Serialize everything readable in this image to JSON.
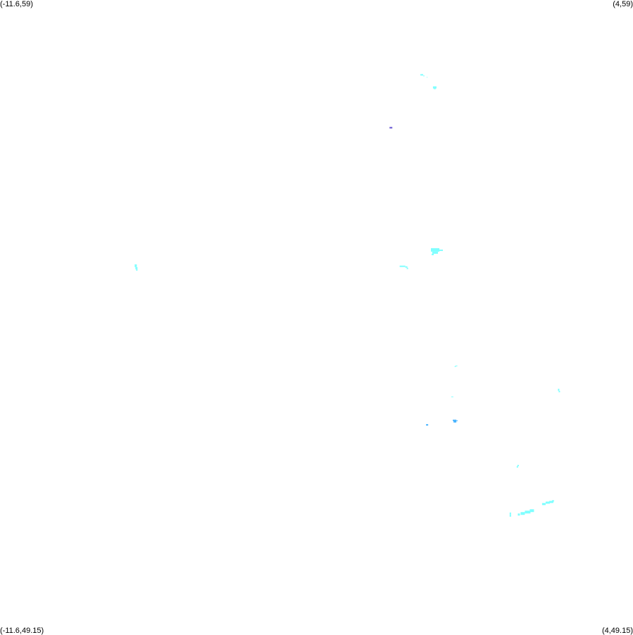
{
  "map": {
    "corners": {
      "top_left": "(-11.6,59)",
      "top_right": "(4,59)",
      "bottom_left": "(-11.6,49.15)",
      "bottom_right": "(4,49.15)"
    },
    "extent": {
      "lon_min": -11.6,
      "lon_max": 4,
      "lat_min": 49.15,
      "lat_max": 59
    },
    "colors": {
      "background": "#ffffff",
      "primary_fill": "#80ffff",
      "accent_blue": "#40b0ff",
      "accent_purple": "#6050d0"
    },
    "features": [
      {
        "name": "north-cluster-a",
        "lon": -1.24,
        "lat": 57.85,
        "color": "#80ffff"
      },
      {
        "name": "north-cluster-b",
        "lon": -0.93,
        "lat": 57.66,
        "color": "#80ffff"
      },
      {
        "name": "north-dot",
        "lon": -2.0,
        "lat": 57.03,
        "color": "#6050d0"
      },
      {
        "name": "central-blob",
        "lon": -0.98,
        "lat": 55.15,
        "color": "#80ffff"
      },
      {
        "name": "central-west-streak",
        "lon": -1.75,
        "lat": 54.88,
        "color": "#80ffff"
      },
      {
        "name": "far-west-spot",
        "lon": -8.28,
        "lat": 54.9,
        "color": "#80ffff"
      },
      {
        "name": "east-spot-a",
        "lon": -0.38,
        "lat": 53.33,
        "color": "#80ffff"
      },
      {
        "name": "east-spot-b",
        "lon": 2.15,
        "lat": 52.97,
        "color": "#80ffff"
      },
      {
        "name": "east-spot-c",
        "lon": -0.48,
        "lat": 52.85,
        "color": "#80ffff"
      },
      {
        "name": "east-spot-d",
        "lon": -0.44,
        "lat": 52.49,
        "color": "#40b0ff"
      },
      {
        "name": "east-spot-e",
        "lon": -1.1,
        "lat": 52.42,
        "color": "#40b0ff"
      },
      {
        "name": "east-spot-f",
        "lon": 1.15,
        "lat": 51.79,
        "color": "#80ffff"
      },
      {
        "name": "south-streak-a",
        "lon": 1.76,
        "lat": 51.23,
        "color": "#80ffff"
      },
      {
        "name": "south-streak-b",
        "lon": 1.23,
        "lat": 51.1,
        "color": "#80ffff"
      },
      {
        "name": "south-streak-c",
        "lon": 0.96,
        "lat": 51.05,
        "color": "#80ffff"
      }
    ]
  }
}
